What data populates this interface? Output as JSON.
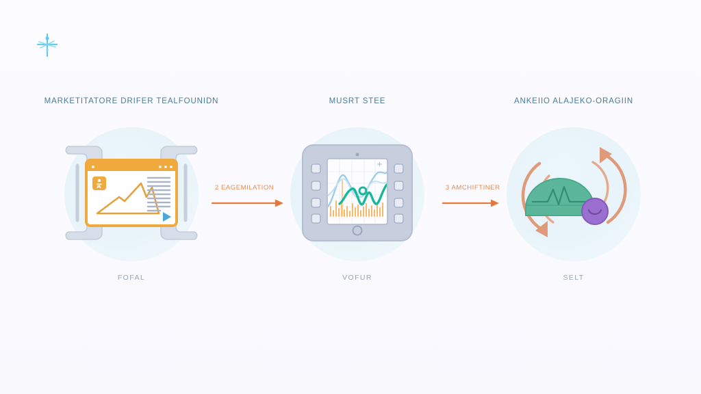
{
  "background_color": "#fbfbfe",
  "accent_colors": {
    "title_blue": "#3d6f8e",
    "arrow_orange": "#e98a4f",
    "caption_grey": "#9aa3b6",
    "browser_orange": "#f0a93c",
    "chart_teal": "#16b79a",
    "chart_blue": "#8ecbe8",
    "chart_bar_orange": "#f5b96a",
    "dome_green": "#5cb79a",
    "badge_purple": "#9b6fd0",
    "device_grey": "#c3cbdd",
    "circle_tint": "#eaf6fb",
    "corner_mark_cyan": "#3fc2ef"
  },
  "corner_mark": {
    "icon": "sparkle-cross-icon"
  },
  "steps": [
    {
      "id": "step-1",
      "title": "MARKETITATORE DRIFER TEALFOUNIDN",
      "caption": "FOFAL",
      "illustration": "browser-window-presentation-icon"
    },
    {
      "id": "step-2",
      "title": "MUSRT STEE",
      "caption": "VOFUR",
      "illustration": "tablet-device-chart-icon"
    },
    {
      "id": "step-3",
      "title": "ANKEIIO ALAJEKO-ORAGIIN",
      "caption": "SELT",
      "illustration": "green-dome-refresh-icon"
    }
  ],
  "connectors": [
    {
      "id": "connector-1",
      "label": "2 EAGEMILATION",
      "icon": "arrow-right-icon"
    },
    {
      "id": "connector-2",
      "label": "3 AMCHIFTINER",
      "icon": "arrow-right-icon"
    }
  ]
}
